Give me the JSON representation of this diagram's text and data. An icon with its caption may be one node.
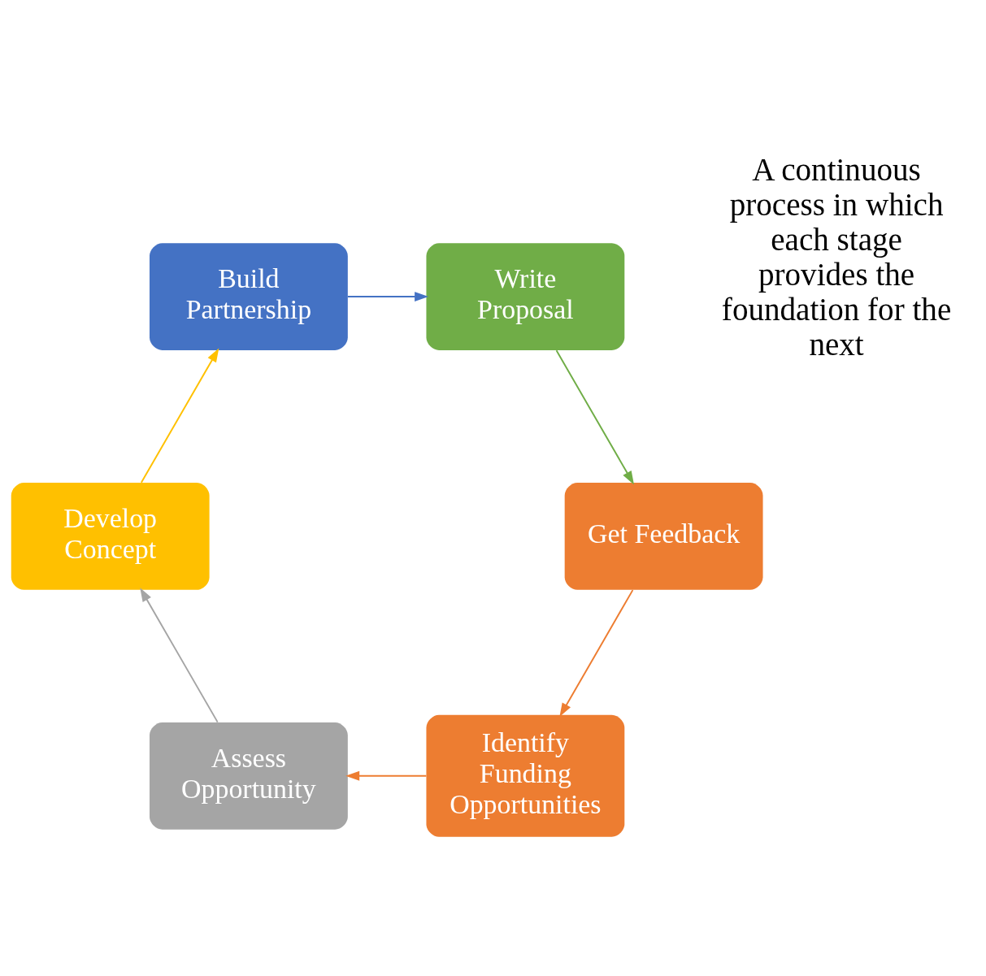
{
  "diagram": {
    "nodes": [
      {
        "text": [
          "Identify Funding Opportunities"
        ]
      },
      {
        "text": [
          "Assess Opportunity"
        ]
      },
      {
        "text": [
          "Develop Concept"
        ]
      },
      {
        "text": [
          "Build Partnership"
        ]
      },
      {
        "text": [
          "Write Proposal"
        ]
      },
      {
        "text": [
          "Get Feedback"
        ]
      }
    ],
    "edges": [
      {
        "from": 0,
        "to": 1,
        "arrow": "to",
        "color": "#ed7d31"
      },
      {
        "from": 1,
        "to": 2,
        "arrow": "to",
        "color": "#a5a5a5"
      },
      {
        "from": 2,
        "to": 3,
        "arrow": "to",
        "color": "#ffc000"
      },
      {
        "from": 3,
        "to": 4,
        "arrow": "to",
        "color": "#4472c4"
      },
      {
        "from": 4,
        "to": 5,
        "arrow": "to",
        "color": "#70ad47"
      },
      {
        "from": 5,
        "to": 0,
        "arrow": "to",
        "color": "#ed7d31"
      }
    ],
    "labels": [
      "A continuous process in which each stage provides the foundation for the next"
    ]
  }
}
